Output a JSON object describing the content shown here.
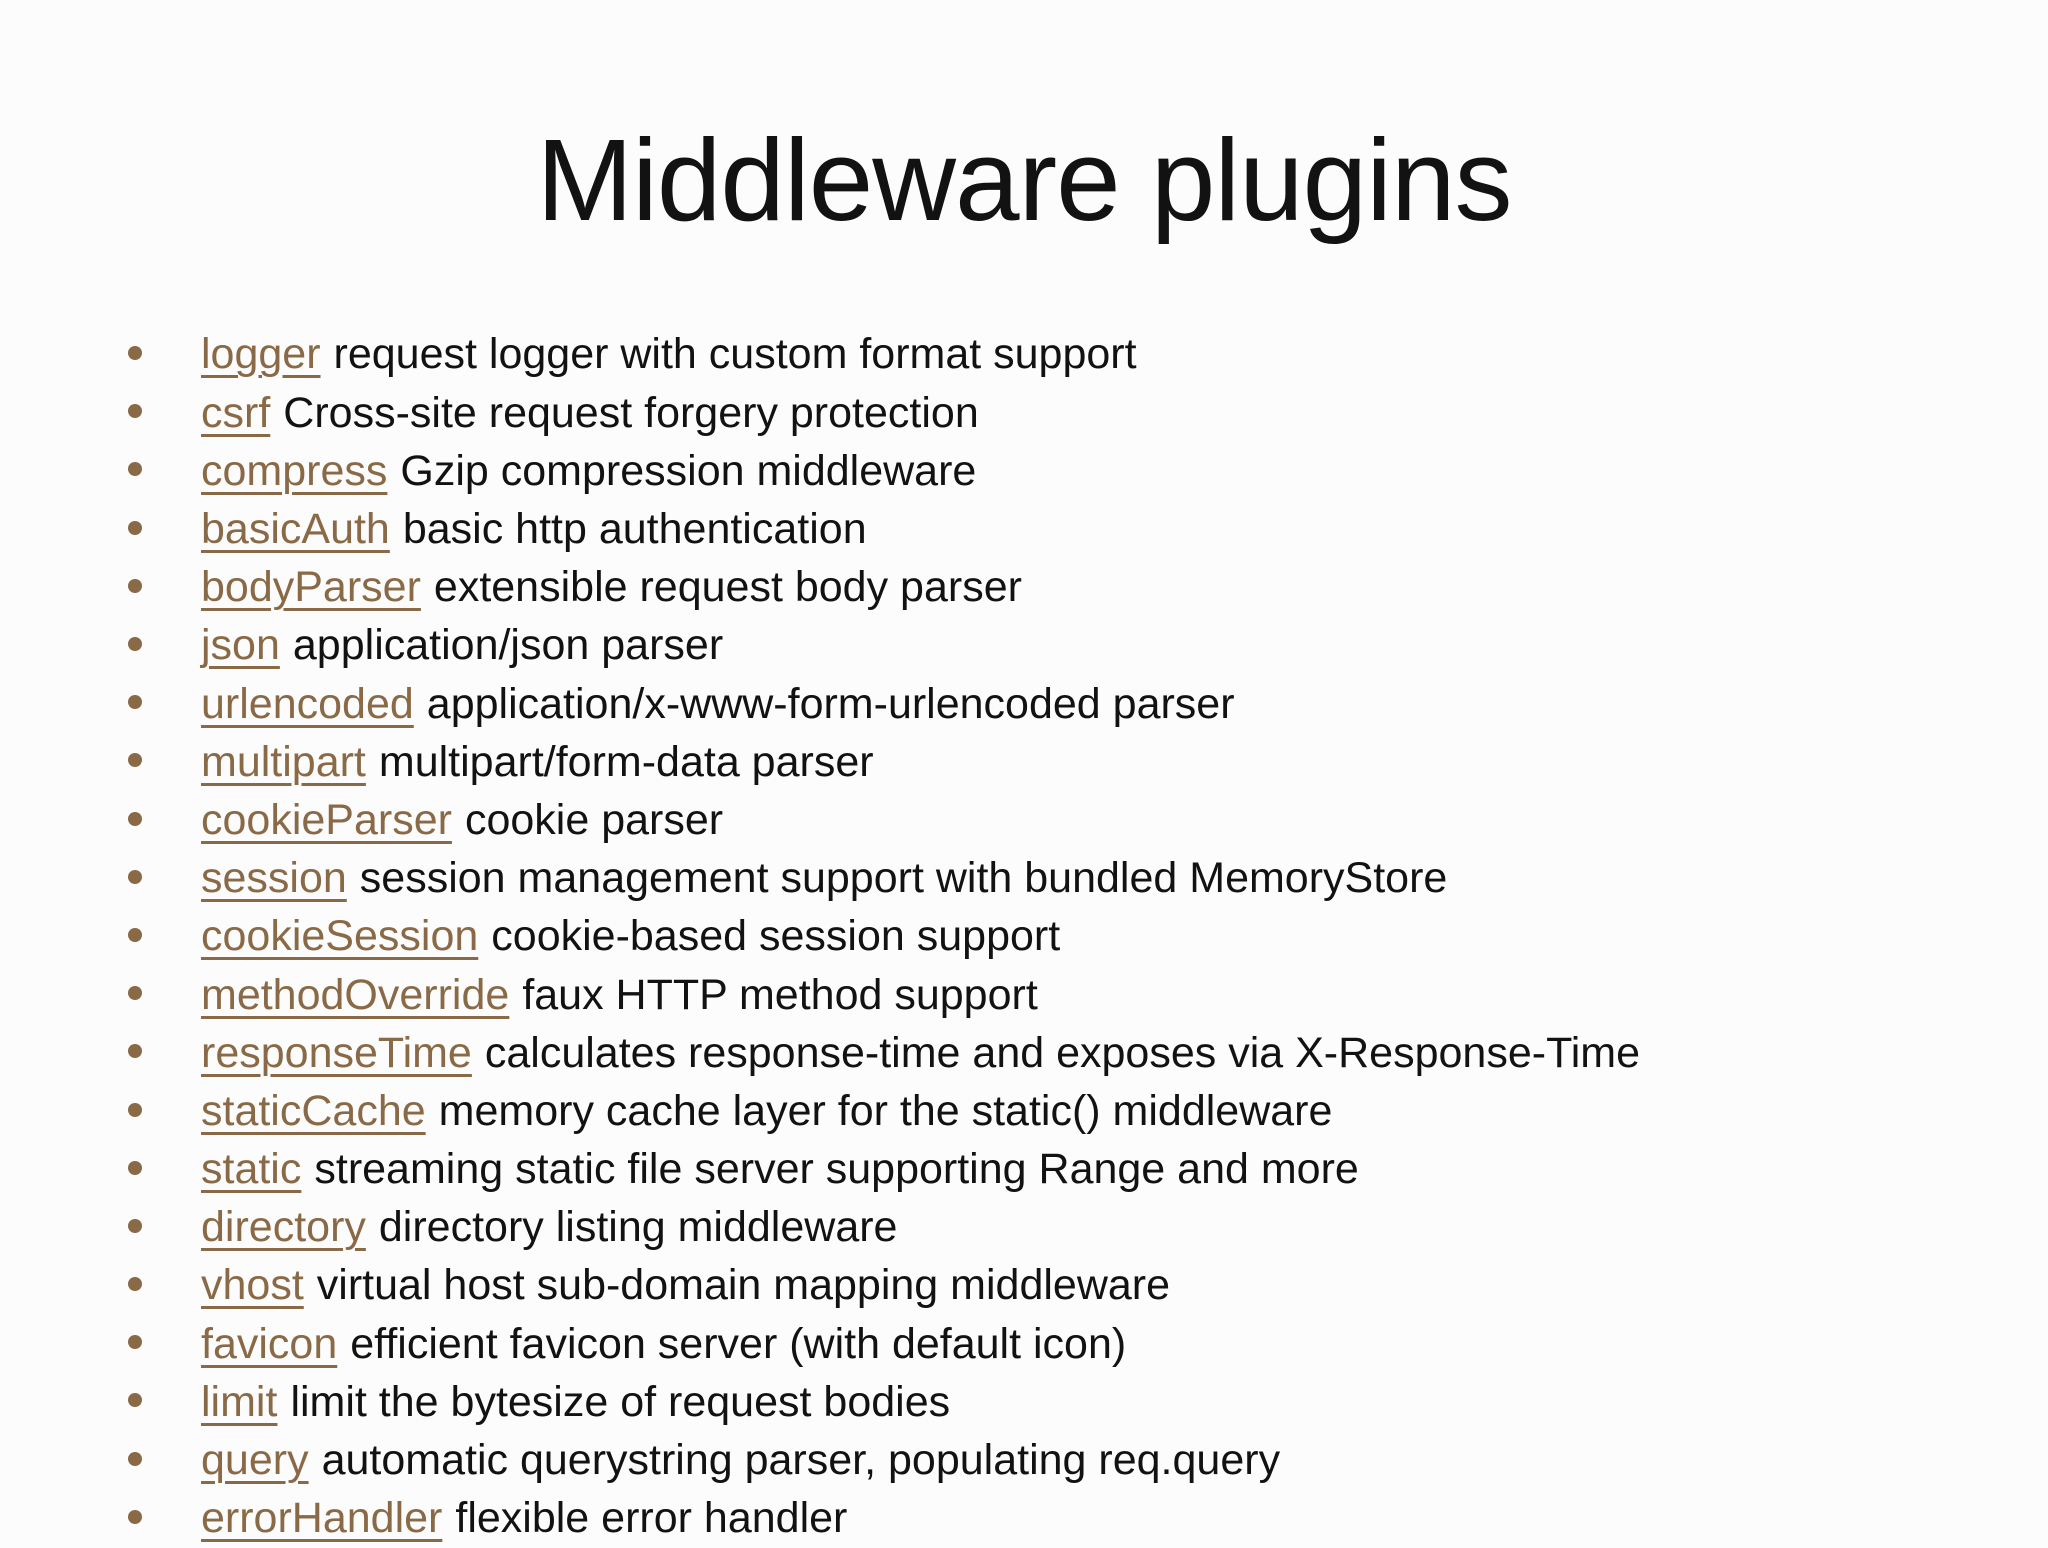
{
  "slide": {
    "title": "Middleware plugins",
    "colors": {
      "link": "#8a6a46",
      "bullet": "#8a6a46",
      "text": "#121212",
      "background": "#fcfcfc"
    },
    "items": [
      {
        "term": "logger",
        "description": "request logger with custom format support"
      },
      {
        "term": "csrf",
        "description": "Cross-site request forgery protection"
      },
      {
        "term": "compress",
        "description": "Gzip compression middleware"
      },
      {
        "term": "basicAuth",
        "description": "basic http authentication"
      },
      {
        "term": "bodyParser",
        "description": "extensible request body parser"
      },
      {
        "term": "json",
        "description": "application/json parser"
      },
      {
        "term": "urlencoded",
        "description": "application/x-www-form-urlencoded parser"
      },
      {
        "term": "multipart",
        "description": "multipart/form-data parser"
      },
      {
        "term": "cookieParser",
        "description": "cookie parser"
      },
      {
        "term": "session",
        "description": "session management support with bundled MemoryStore"
      },
      {
        "term": "cookieSession",
        "description": "cookie-based session support"
      },
      {
        "term": "methodOverride",
        "description": "faux HTTP method support"
      },
      {
        "term": "responseTime",
        "description": "calculates response-time and exposes via X-Response-Time"
      },
      {
        "term": "staticCache",
        "description": "memory cache layer for the static() middleware"
      },
      {
        "term": "static",
        "description": "streaming static file server supporting Range and more"
      },
      {
        "term": "directory",
        "description": "directory listing middleware"
      },
      {
        "term": "vhost",
        "description": "virtual host sub-domain mapping middleware"
      },
      {
        "term": "favicon",
        "description": "efficient favicon server (with default icon)"
      },
      {
        "term": "limit",
        "description": "limit the bytesize of request bodies"
      },
      {
        "term": "query",
        "description": "automatic querystring parser, populating req.query"
      },
      {
        "term": "errorHandler",
        "description": "flexible error handler"
      }
    ]
  }
}
